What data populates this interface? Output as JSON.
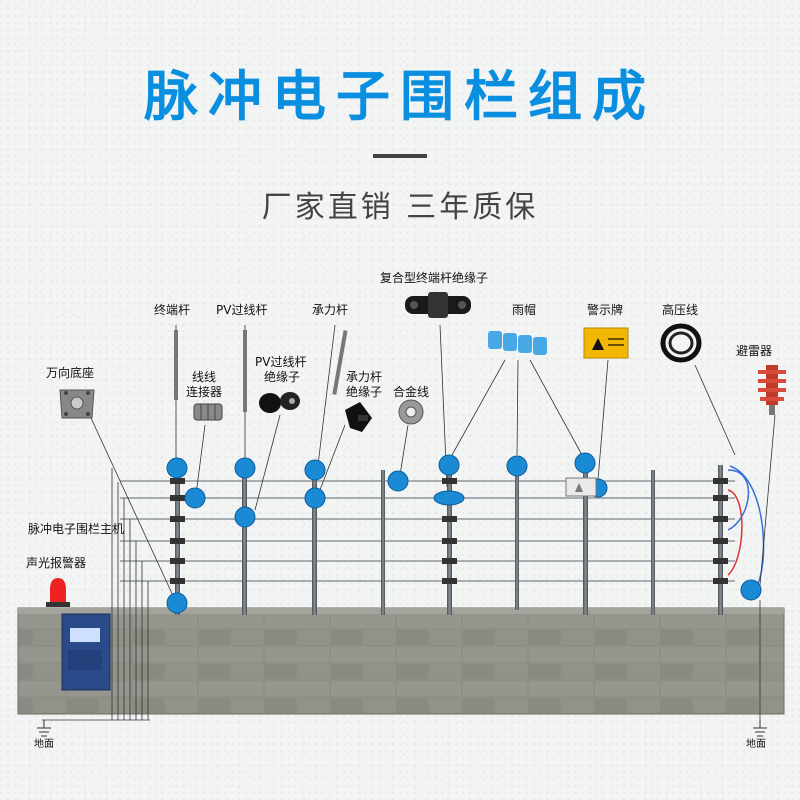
{
  "header": {
    "title": "脉冲电子围栏组成",
    "subtitle": "厂家直销  三年质保"
  },
  "labels": {
    "wanxiang_base": "万向底座",
    "terminal_pole": "终端杆",
    "wire_connector_1": "线线",
    "wire_connector_2": "连接器",
    "pv_pole": "PV过线杆",
    "pv_insulator_1": "PV过线杆",
    "pv_insulator_2": "绝缘子",
    "bearing_pole": "承力杆",
    "bearing_insulator_1": "承力杆",
    "bearing_insulator_2": "绝缘子",
    "composite_insulator": "复合型终端杆绝缘子",
    "alloy_wire": "合金线",
    "rain_cap": "雨帽",
    "warning_sign": "警示牌",
    "hv_cable": "高压线",
    "lightning_arrester": "避雷器",
    "host": "脉冲电子围栏主机",
    "alarm": "声光报警器",
    "ground_left": "地面",
    "ground_right": "地面"
  },
  "colors": {
    "accent": "#0a8fe0",
    "marker": "#1a8ad4",
    "wall": "#8b8b83"
  },
  "icons": [
    "base-icon",
    "connector-icon",
    "pv-insulator-icon",
    "bearing-insulator-icon",
    "composite-insulator-icon",
    "alloy-wire-icon",
    "rain-cap-icon",
    "warning-sign-icon",
    "hv-cable-icon",
    "lightning-arrester-icon",
    "alarm-light-icon",
    "host-box-icon",
    "ground-icon"
  ]
}
